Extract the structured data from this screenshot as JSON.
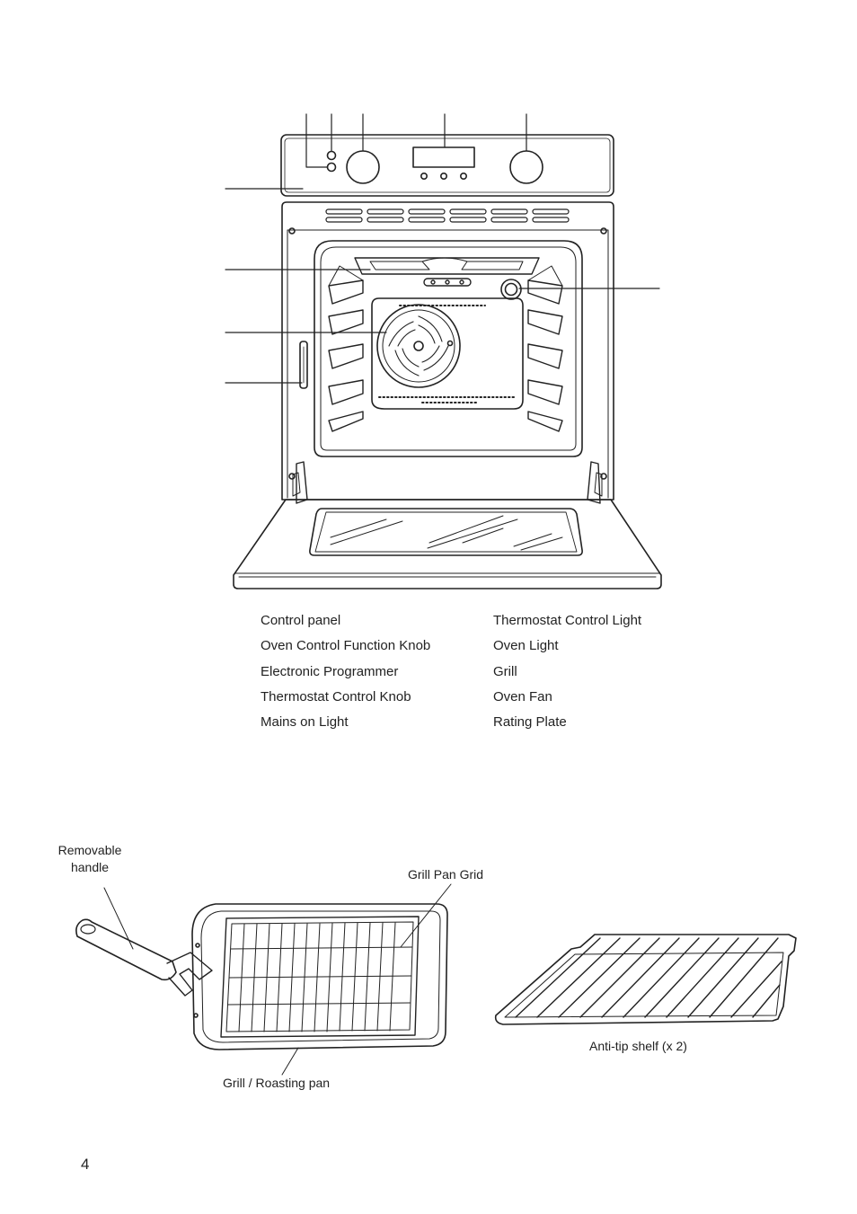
{
  "parts_list": {
    "left": [
      "Control panel",
      "Oven Control Function Knob",
      "Electronic Programmer",
      "Thermostat Control Knob",
      "Mains on Light"
    ],
    "right": [
      "Thermostat Control Light",
      "Oven Light",
      "Grill",
      "Oven Fan",
      "Rating Plate"
    ]
  },
  "accessories": {
    "removable_handle_line1": "Removable",
    "removable_handle_line2": "handle",
    "grill_pan_grid": "Grill Pan Grid",
    "grill_roasting_pan": "Grill / Roasting pan",
    "anti_tip_shelf": "Anti-tip shelf (x 2)"
  },
  "page_number": "4"
}
